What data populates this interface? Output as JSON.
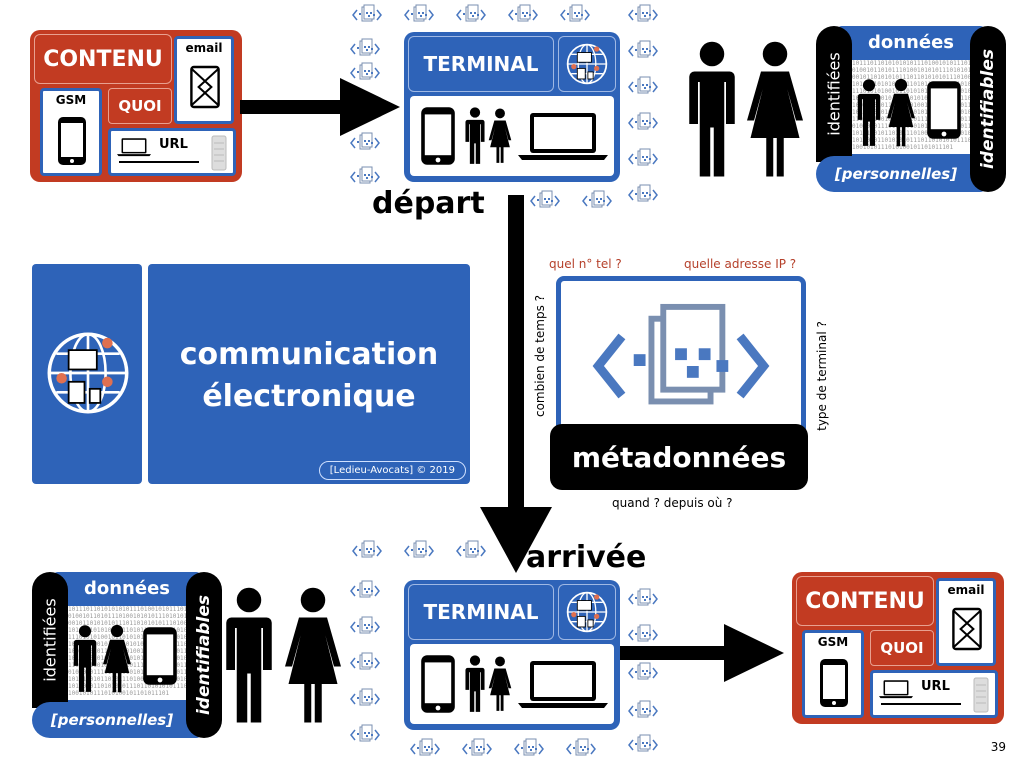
{
  "slide": {
    "page_number": "39",
    "colors": {
      "blue": "#2e63b8",
      "red": "#c23b22",
      "black": "#000000",
      "question_red": "#b5402a"
    }
  },
  "top_left_content": {
    "title": "CONTENU",
    "email_label": "email",
    "gsm_label": "GSM",
    "quoi_label": "QUOI",
    "url_label": "URL"
  },
  "top_terminal": {
    "label": "TERMINAL",
    "caption": "départ"
  },
  "top_right_data": {
    "title": "données",
    "left_side": "identifiées",
    "right_side": "identifiables",
    "bottom": "[personnelles]"
  },
  "center_card": {
    "title_line1": "communication",
    "title_line2": "électronique",
    "credit": "[Ledieu-Avocats] © 2019"
  },
  "metadata_panel": {
    "label": "métadonnées",
    "question_top_left": "quel n° tel ?",
    "question_top_right": "quelle adresse IP ?",
    "question_left": "combien de temps ?",
    "question_right": "type de terminal ?",
    "question_bottom": "quand ? depuis où ?"
  },
  "bottom_terminal": {
    "label": "TERMINAL",
    "caption": "arrivée"
  },
  "bottom_left_data": {
    "title": "données",
    "left_side": "identifiées",
    "right_side": "identifiables",
    "bottom": "[personnelles]"
  },
  "bottom_right_content": {
    "title": "CONTENU",
    "email_label": "email",
    "gsm_label": "GSM",
    "quoi_label": "QUOI",
    "url_label": "URL"
  },
  "binary_text": "1011101101010101011101001010111010100101101011101001010101110101010010110101010111011010101011101001010111010100101101011101001010101110101010010110101010111011010101011101001010111010100101101011101001010101110101010010110101010111011010101011101001010111010100101101011101001010101110101010010110101010111011010101011101001010111010100101101011101001010101110101010010110101010111011010101011101001010111010100101101011101"
}
